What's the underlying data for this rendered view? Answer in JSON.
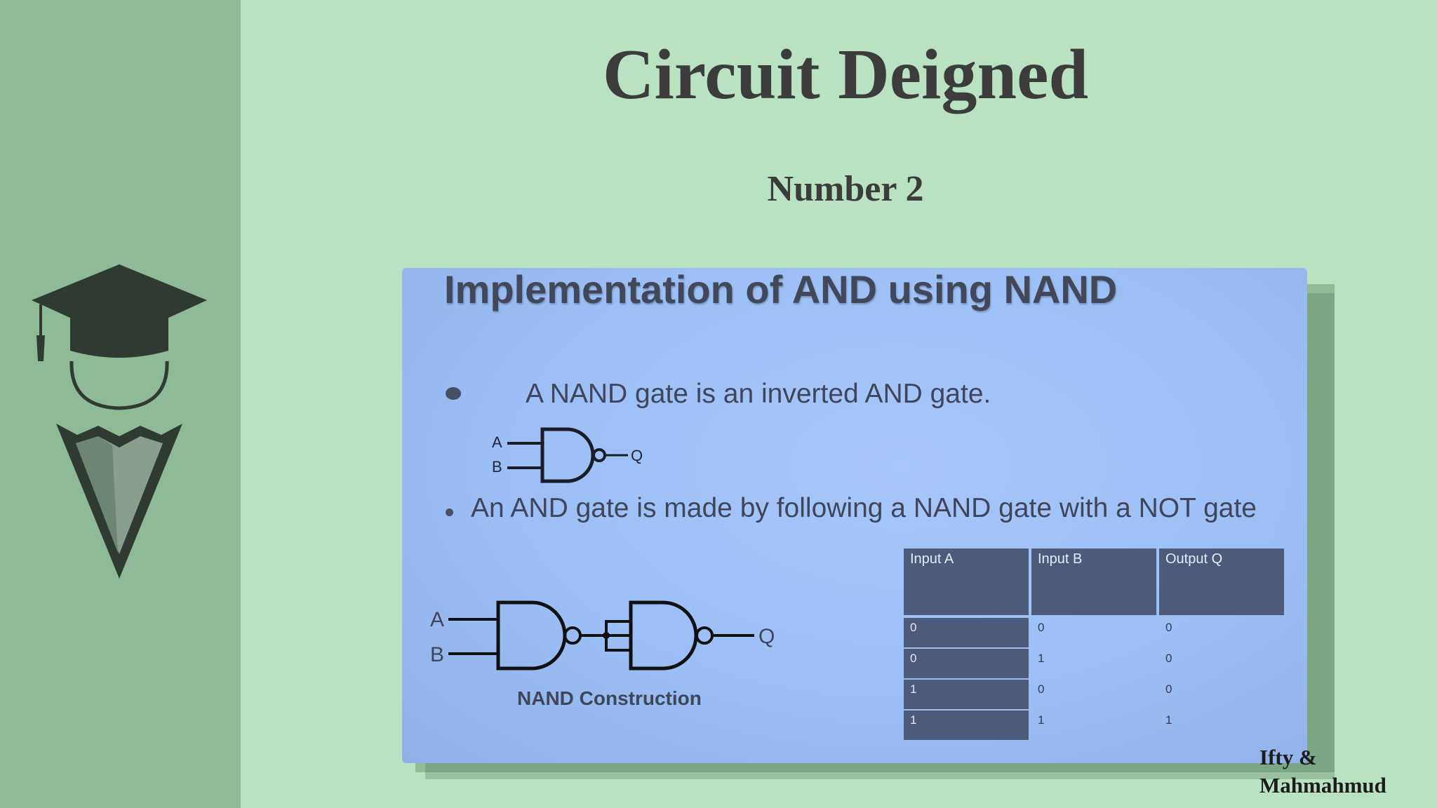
{
  "slide": {
    "title": "Circuit Deigned",
    "subtitle": "Number 2",
    "credit_line1": "Ifty &",
    "credit_line2": "Mahmahmud"
  },
  "image": {
    "title": "Implementation of AND using NAND",
    "bullet1": "A NAND gate is an inverted AND gate.",
    "bullet2": "An AND gate is made by following a NAND gate with a NOT gate",
    "gate1": {
      "input_a": "A",
      "input_b": "B",
      "output": "Q"
    },
    "gate2": {
      "input_a": "A",
      "input_b": "B",
      "output": "Q"
    },
    "caption": "NAND Construction",
    "truth_table": {
      "headers": [
        "Input A",
        "Input B",
        "Output Q"
      ],
      "rows": [
        [
          "0",
          "0",
          "0"
        ],
        [
          "0",
          "1",
          "0"
        ],
        [
          "1",
          "0",
          "0"
        ],
        [
          "1",
          "1",
          "1"
        ]
      ]
    }
  },
  "colors": {
    "background": "#b8e2c2",
    "sidebar": "#8fba97",
    "card": "#9bbff6",
    "table_dark": "#4d5a7a"
  },
  "icons": {
    "logo": "graduate-cap-icon"
  }
}
